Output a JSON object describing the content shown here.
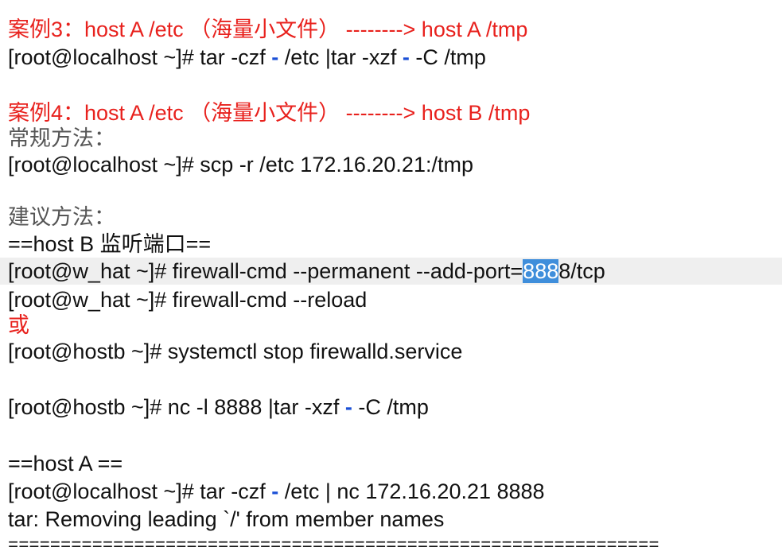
{
  "case3": {
    "title": "案例3：host A /etc （海量小文件） --------> host A /tmp",
    "cmd_a": "[root@localhost ~]# tar -czf ",
    "dash1": "-",
    "cmd_b": " /etc |tar -xzf ",
    "dash2": "-",
    "cmd_c": " -C /tmp"
  },
  "case4": {
    "title": "案例4：host A /etc （海量小文件） --------> host B /tmp",
    "normal_method": "常规方法：",
    "scp_cmd": "[root@localhost ~]# scp -r /etc 172.16.20.21:/tmp",
    "suggested_method": "建议方法：",
    "hostb_header": "==host B 监听端口==",
    "fw_cmd_before": "[root@w_hat ~]# firewall-cmd --permanent --add-port=",
    "fw_cmd_selected": "888",
    "fw_cmd_after": "8/tcp",
    "fw_reload": "[root@w_hat ~]# firewall-cmd --reload",
    "or": "或",
    "stop_fw": "[root@hostb ~]# systemctl stop firewalld.service",
    "nc_a": "[root@hostb ~]# nc -l 8888 |tar -xzf ",
    "nc_dash": "-",
    "nc_b": " -C /tmp",
    "hosta_header": "==host A ==",
    "send_a": "[root@localhost ~]# tar -czf ",
    "send_dash": "-",
    "send_b": " /etc | nc 172.16.20.21 8888",
    "tar_msg": "tar: Removing leading `/' from member names",
    "separator": "=============================================================="
  },
  "colors": {
    "heading_red": "#e8211d",
    "dash_blue": "#1a4fd6",
    "selection": "#3f8edb",
    "highlight_row": "#efefef"
  }
}
